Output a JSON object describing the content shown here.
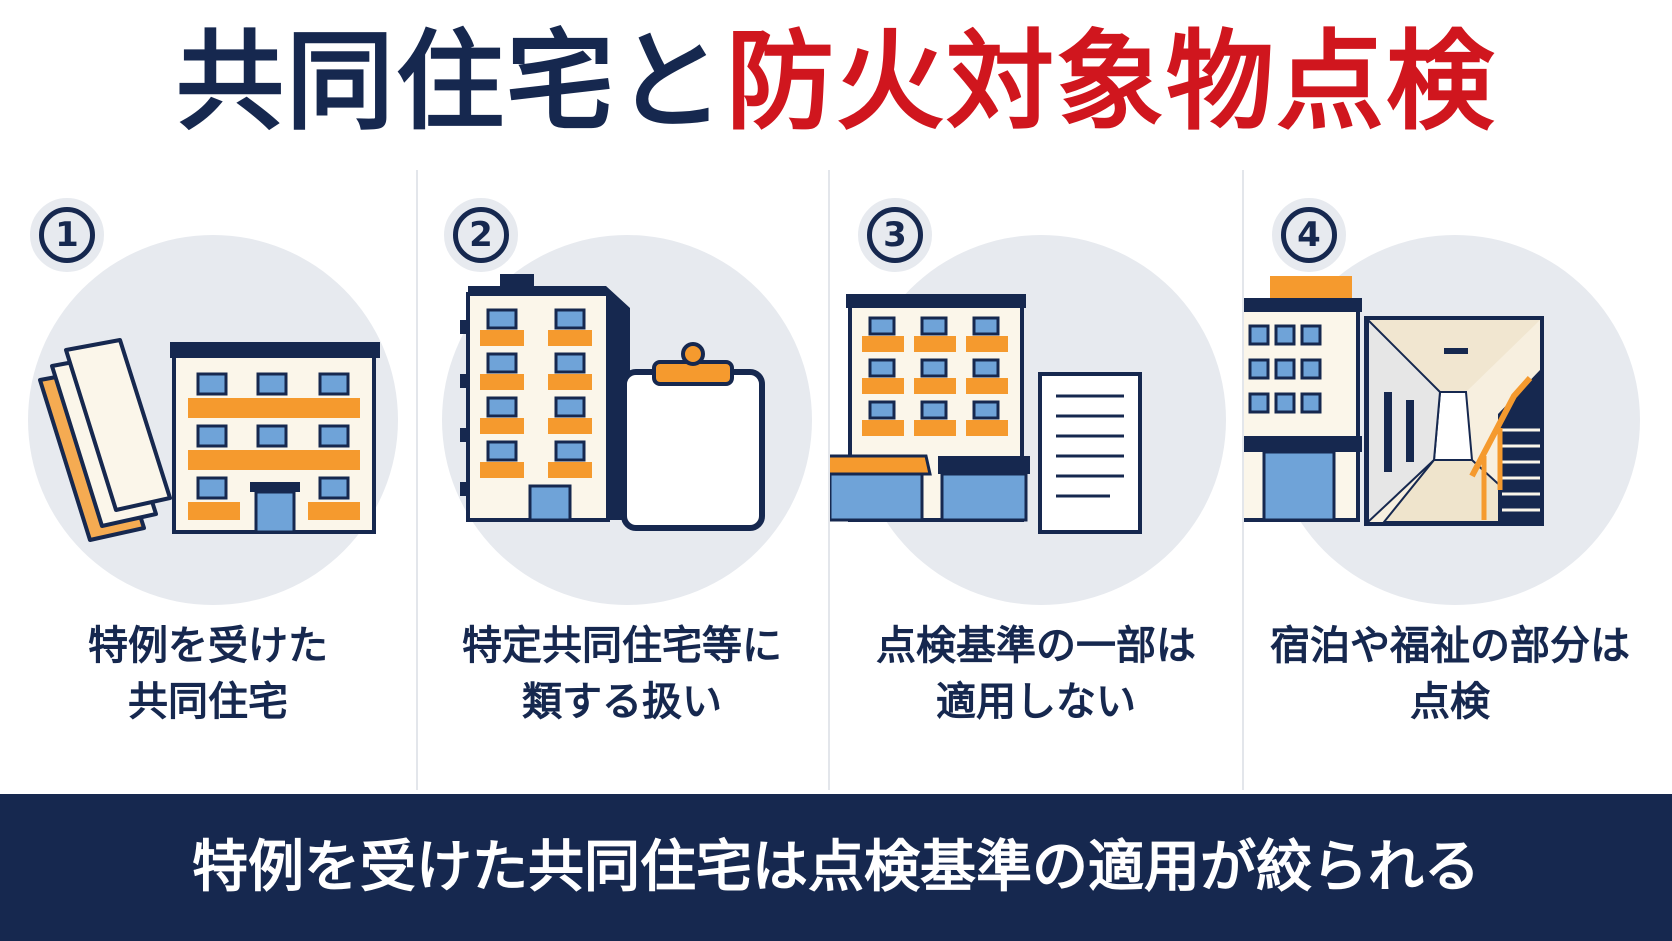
{
  "title": {
    "part1": "共同住宅と",
    "part2": "防火対象物点検"
  },
  "colors": {
    "navy": "#16284f",
    "red": "#d0161e",
    "orange": "#f59a2e",
    "panel_circle": "#e7eaef"
  },
  "panels": [
    {
      "number": "1",
      "caption_line1": "特例を受けた",
      "caption_line2": "共同住宅",
      "icon": "apartment-with-documents"
    },
    {
      "number": "2",
      "caption_line1": "特定共同住宅等に",
      "caption_line2": "類する扱い",
      "icon": "apartment-with-clipboard"
    },
    {
      "number": "3",
      "caption_line1": "点検基準の一部は",
      "caption_line2": "適用しない",
      "icon": "mixed-use-building-with-document"
    },
    {
      "number": "4",
      "caption_line1": "宿泊や福祉の部分は",
      "caption_line2": "点検",
      "icon": "building-and-corridor"
    }
  ],
  "footer": {
    "text": "特例を受けた共同住宅は点検基準の適用が絞られる"
  }
}
